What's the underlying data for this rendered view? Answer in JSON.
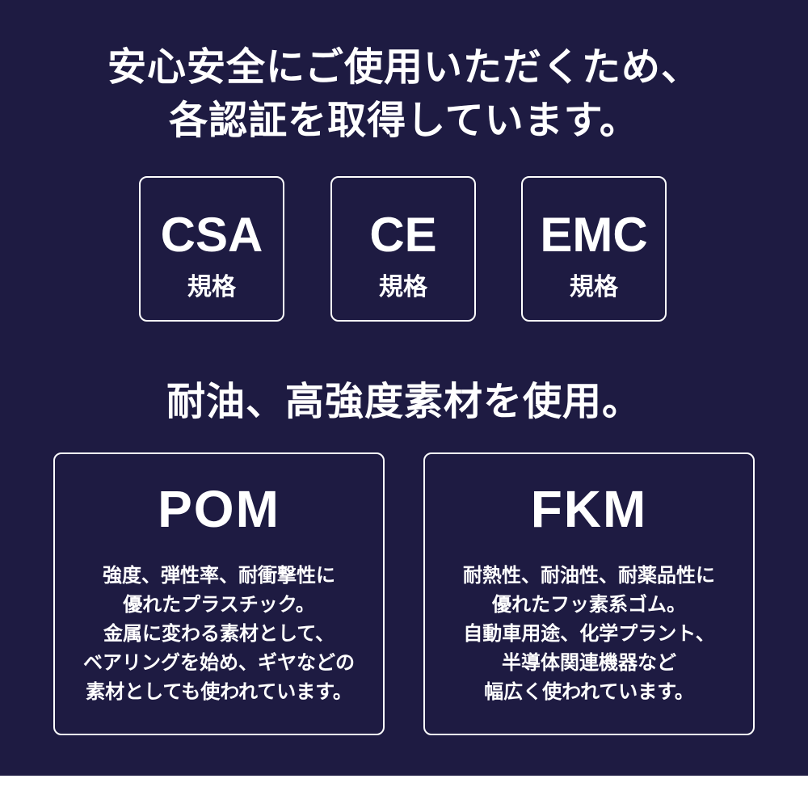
{
  "header": {
    "line1": "安心安全にご使用いただくため、",
    "line2": "各認証を取得しています。"
  },
  "certifications": [
    {
      "code": "CSA",
      "label": "規格"
    },
    {
      "code": "CE",
      "label": "規格"
    },
    {
      "code": "EMC",
      "label": "規格"
    }
  ],
  "materials_heading": "耐油、高強度素材を使用。",
  "materials": [
    {
      "code": "POM",
      "lines": [
        "強度、弾性率、耐衝撃性に",
        "優れたプラスチック。",
        "金属に変わる素材として、",
        "ベアリングを始め、ギヤなどの",
        "素材としても使われています。"
      ]
    },
    {
      "code": "FKM",
      "lines": [
        "耐熱性、耐油性、耐薬品性に",
        "優れたフッ素系ゴム。",
        "自動車用途、化学プラント、",
        "半導体関連機器など",
        "幅広く使われています。"
      ]
    }
  ],
  "colors": {
    "background": "#1e1b42",
    "text": "#ffffff",
    "border": "#ffffff"
  }
}
